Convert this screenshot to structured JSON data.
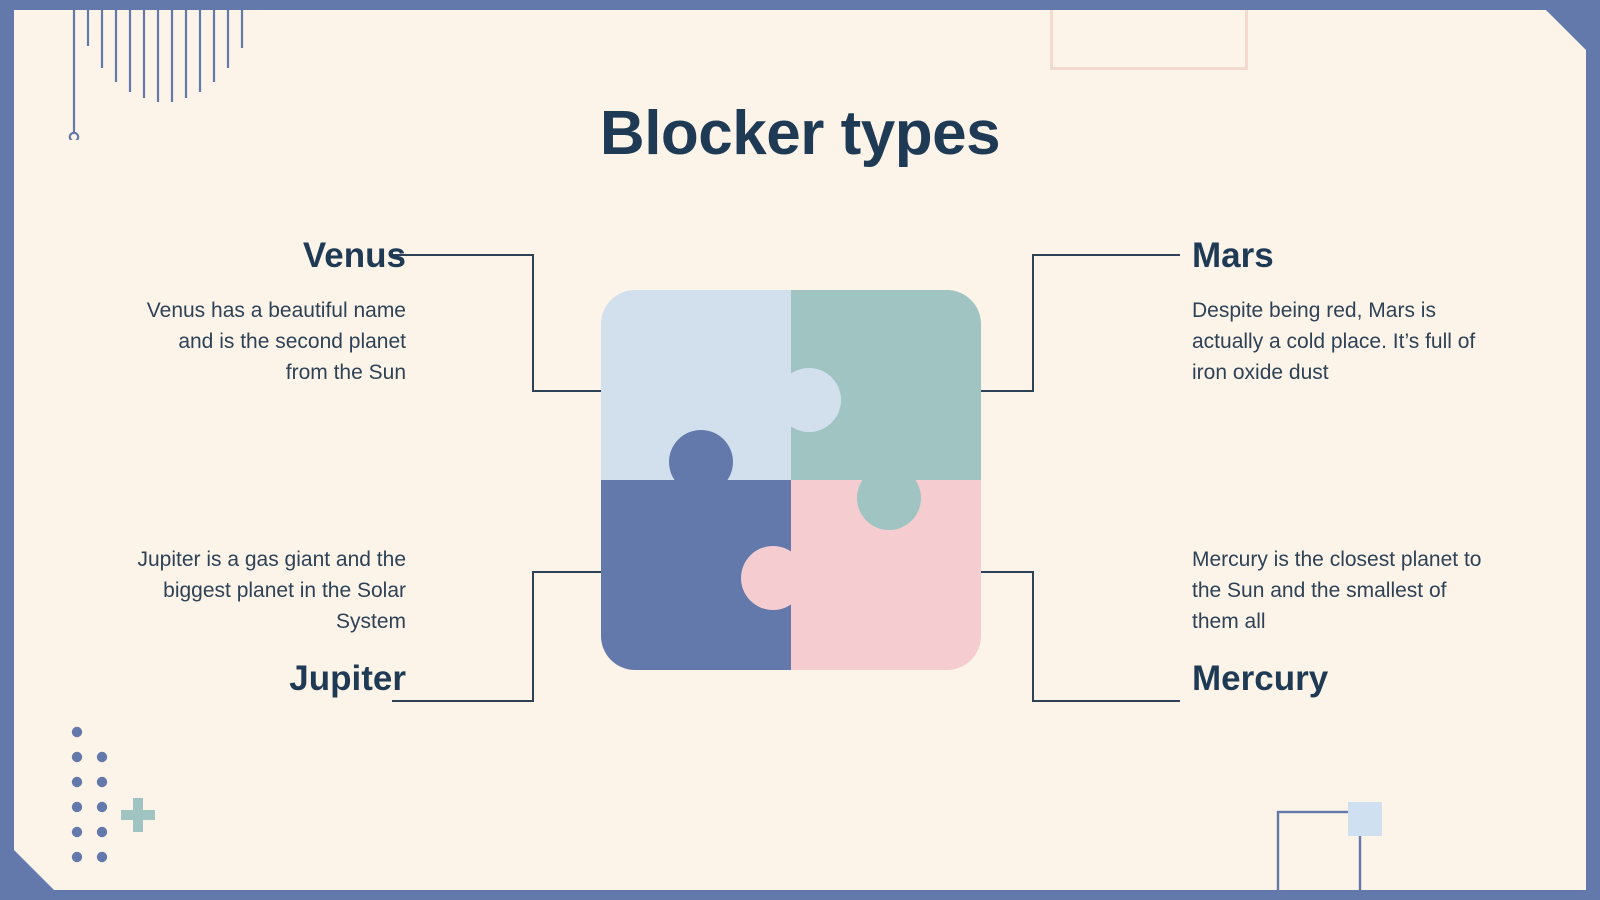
{
  "slide": {
    "title": "Blocker types",
    "colors": {
      "background_frame": "#6379ac",
      "page": "#fdf4e9",
      "heading_text": "#1e3a55",
      "body_text": "#2d4257",
      "connector_line": "#2d4257",
      "puzzle_top_left": "#d2e0ed",
      "puzzle_top_right": "#9fc4c1",
      "puzzle_bottom_left": "#6379ac",
      "puzzle_bottom_right": "#f5cdd0",
      "deco_blue": "#6379ac",
      "deco_green": "#9fc4c1",
      "deco_pink_outline": "#f3d9ce",
      "deco_lightblue_square": "#cfe0f0"
    }
  },
  "items": [
    {
      "id": "venus",
      "heading": "Venus",
      "body": "Venus has a beautiful name and is the second planet from the Sun",
      "align": "right",
      "position": "top-left",
      "puzzle_piece_color": "#d2e0ed"
    },
    {
      "id": "mars",
      "heading": "Mars",
      "body": "Despite being red, Mars is actually a cold place. It’s full of iron oxide dust",
      "align": "left",
      "position": "top-right",
      "puzzle_piece_color": "#9fc4c1"
    },
    {
      "id": "jupiter",
      "heading": "Jupiter",
      "body": "Jupiter is a gas giant and the biggest planet in the Solar System",
      "align": "right",
      "position": "bottom-left",
      "puzzle_piece_color": "#6379ac"
    },
    {
      "id": "mercury",
      "heading": "Mercury",
      "body": "Mercury is the closest planet to the Sun and the smallest of them all",
      "align": "left",
      "position": "bottom-right",
      "puzzle_piece_color": "#f5cdd0"
    }
  ],
  "decorations": {
    "hanging_lines": "hanging-lines-arc",
    "dot_grid": "dot-grid",
    "plus": "plus-icon",
    "outline_rect_top_right": "outline-rectangle",
    "square_bottom_right": "outline-square-with-fill"
  }
}
